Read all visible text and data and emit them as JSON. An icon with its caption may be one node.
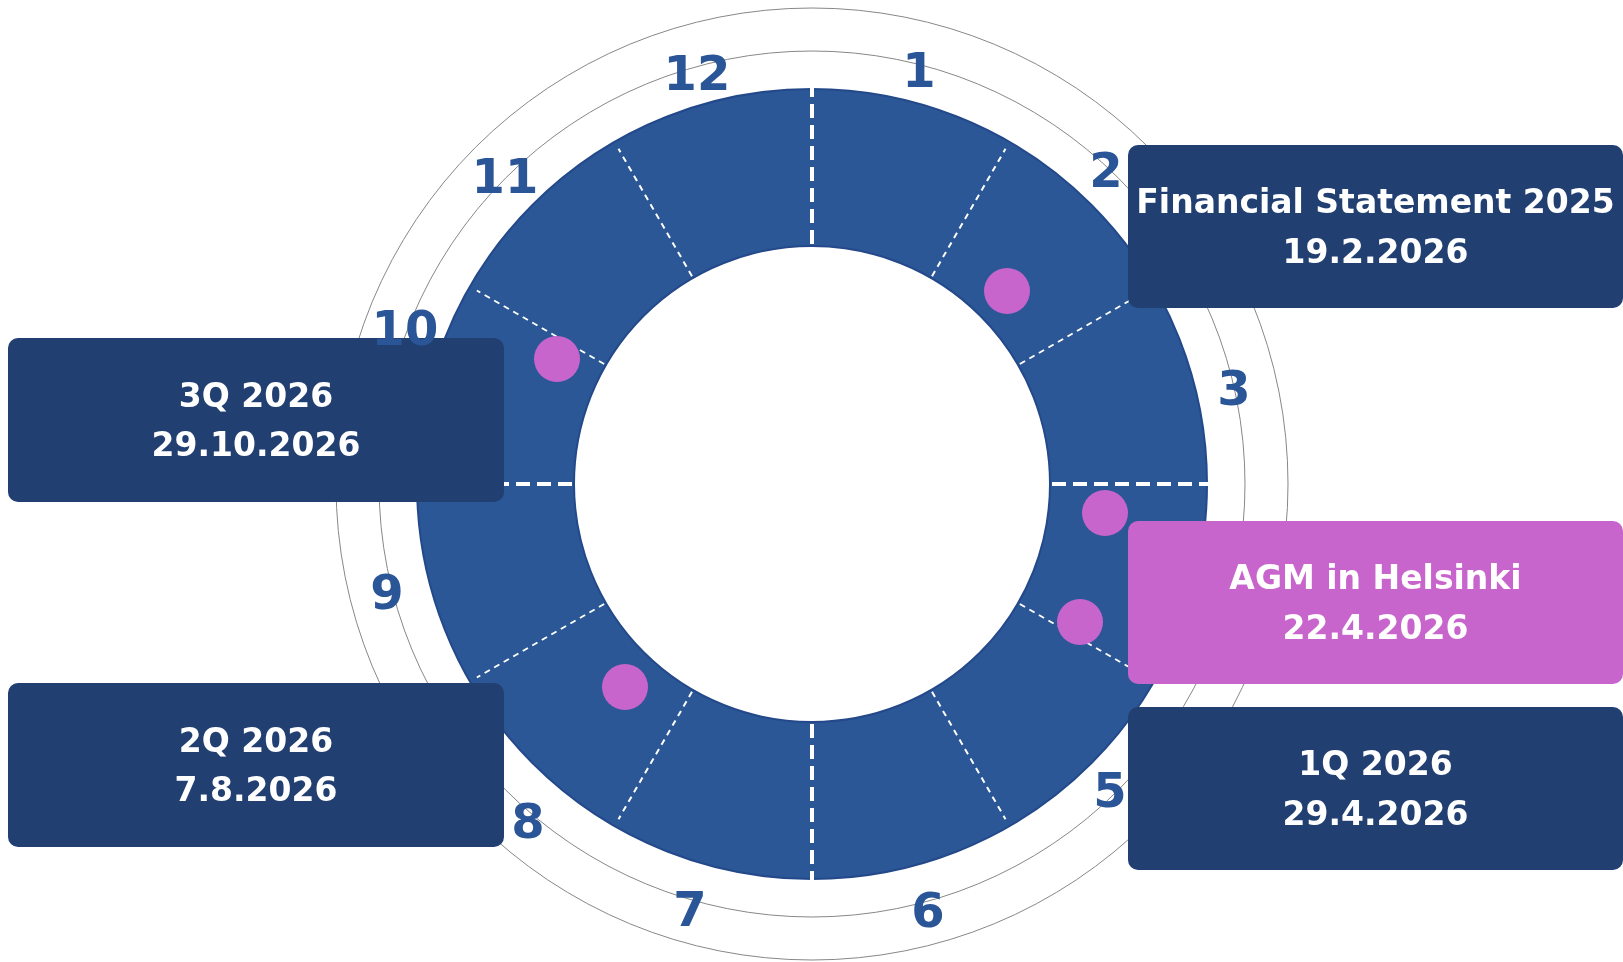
{
  "diagram": {
    "nodes": [
      {
        "text": [
          "Financial Statement 2025",
          "19.2.2026"
        ]
      },
      {
        "text": [
          "3Q 2026",
          "29.10.2026"
        ]
      },
      {
        "text": [
          "AGM in Helsinki",
          "22.4.2026"
        ]
      },
      {
        "text": [
          "2Q 2026",
          "7.8.2026"
        ]
      },
      {
        "text": [
          "1Q 2026",
          "29.4.2026"
        ]
      }
    ],
    "edges": [],
    "labels": [
      "12",
      "1",
      "11",
      "2",
      "10",
      "3",
      "9",
      "5",
      "8",
      "7",
      "6"
    ]
  }
}
